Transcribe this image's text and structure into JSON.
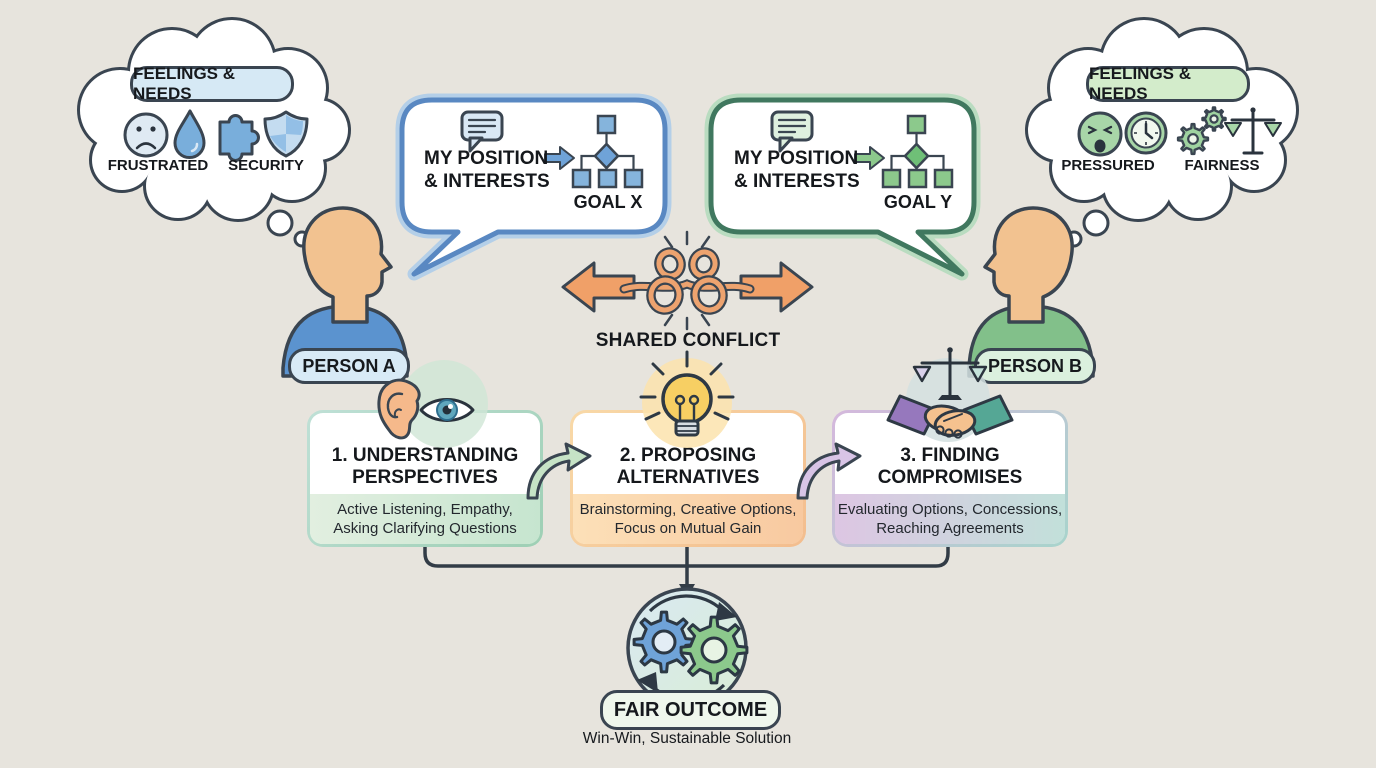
{
  "clouds": {
    "left": {
      "title": "FEELINGS & NEEDS",
      "needs": [
        "FRUSTRATED",
        "SECURITY"
      ]
    },
    "right": {
      "title": "FEELINGS & NEEDS",
      "needs": [
        "PRESSURED",
        "FAIRNESS"
      ]
    }
  },
  "bubbles": {
    "left": {
      "line1": "MY POSITION",
      "line2": "& INTERESTS",
      "goal": "GOAL X"
    },
    "right": {
      "line1": "MY POSITION",
      "line2": "& INTERESTS",
      "goal": "GOAL Y"
    }
  },
  "conflict": {
    "label": "SHARED CONFLICT"
  },
  "persons": {
    "a": "PERSON A",
    "b": "PERSON B"
  },
  "steps": [
    {
      "title1": "1. UNDERSTANDING",
      "title2": "PERSPECTIVES",
      "sub1": "Active Listening, Empathy,",
      "sub2": "Asking Clarifying Questions"
    },
    {
      "title1": "2. PROPOSING",
      "title2": "ALTERNATIVES",
      "sub1": "Brainstorming, Creative Options,",
      "sub2": "Focus on Mutual Gain"
    },
    {
      "title1": "3. FINDING",
      "title2": "COMPROMISES",
      "sub1": "Evaluating Options, Concessions,",
      "sub2": "Reaching Agreements"
    }
  ],
  "outcome": {
    "label": "FAIR OUTCOME",
    "subtitle": "Win-Win, Sustainable Solution"
  },
  "colors": {
    "background": "#e7e4dd",
    "outline": "#3a4551",
    "blue": "#5b93cf",
    "green": "#82c08a",
    "orange": "#f0a068",
    "purple": "#9678bd",
    "teal": "#55a795",
    "yellow": "#f7cf63",
    "skin": "#f2c290"
  }
}
